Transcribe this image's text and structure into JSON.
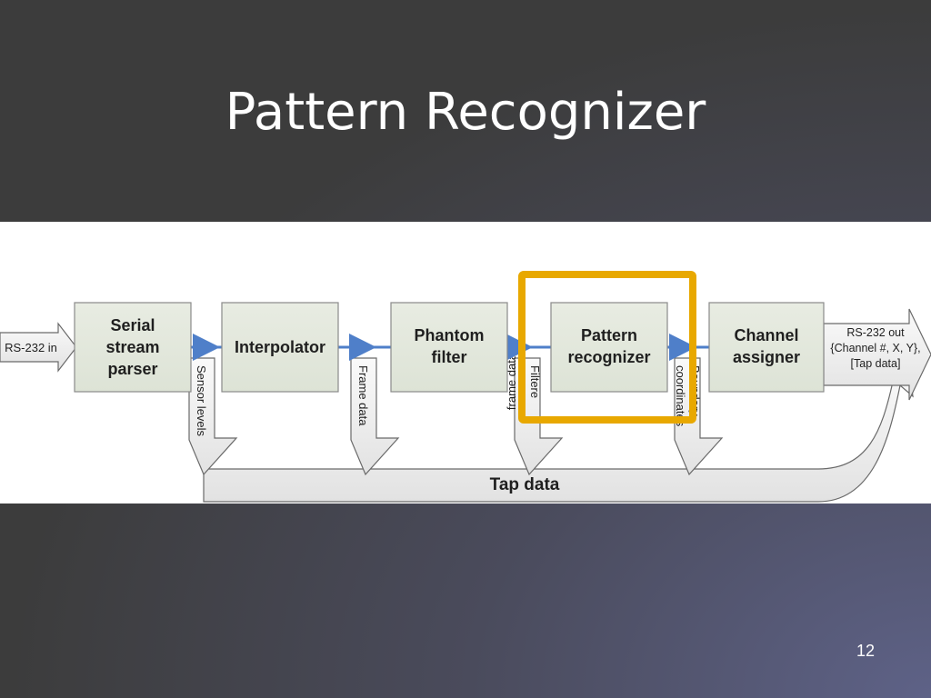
{
  "slide": {
    "title": "Pattern Recognizer",
    "number": "12"
  },
  "diagram": {
    "input_label": "RS-232 in",
    "blocks": {
      "serial": [
        "Serial",
        "stream",
        "parser"
      ],
      "interpolator": [
        "Interpolator"
      ],
      "phantom": [
        "Phantom",
        "filter"
      ],
      "pattern": [
        "Pattern",
        "recognizer"
      ],
      "channel": [
        "Channel",
        "assigner"
      ]
    },
    "output_label": [
      "RS-232 out",
      "{Channel #, X, Y},",
      "[Tap data]"
    ],
    "side_labels": {
      "sensor_levels": "Sensor levels",
      "frame_data": "Frame data",
      "filtered_left": "frame data",
      "filtered_right": "Filtere",
      "boundary_left": "coordinates",
      "boundary_right": "Boundary"
    },
    "tap_data": "Tap data",
    "highlight_color": "#e8a800",
    "block_fill": "#e3e8dc",
    "connector_color": "#4f7fc9"
  }
}
